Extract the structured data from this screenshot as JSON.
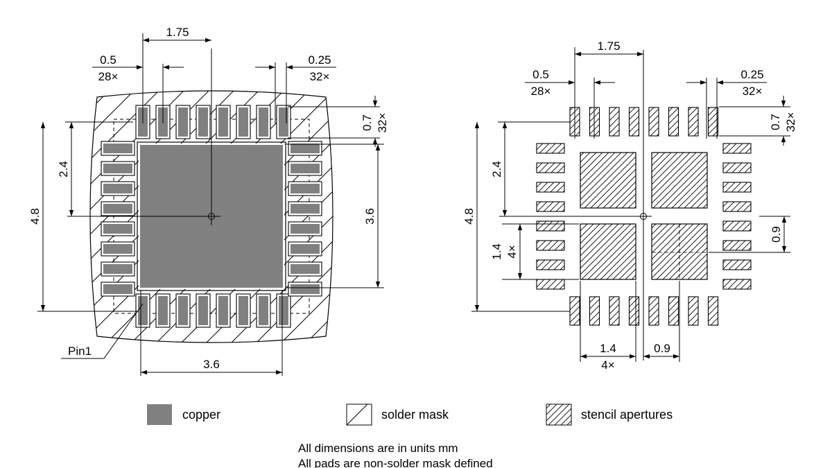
{
  "left_view": {
    "dims": {
      "center_pitch": "1.75",
      "pitch": "0.5",
      "pitch_count": "28×",
      "pad_width": "0.25",
      "pad_width_count": "32×",
      "pad_length": "0.7",
      "pad_length_count": "32×",
      "half_span": "2.4",
      "overall": "4.8",
      "pad_size_v": "3.6",
      "pad_size_h": "3.6"
    },
    "pin1_label": "Pin1"
  },
  "right_view": {
    "dims": {
      "center_pitch": "1.75",
      "pitch": "0.5",
      "pitch_count": "28×",
      "pad_width": "0.25",
      "pad_width_count": "32×",
      "pad_length": "0.7",
      "pad_length_count": "32×",
      "half_span": "2.4",
      "overall": "4.8",
      "aperture_size_v": "1.4",
      "aperture_count_v": "4×",
      "aperture_gap_v": "0.9",
      "aperture_size_h": "1.4",
      "aperture_count_h": "4×",
      "aperture_gap_h": "0.9"
    }
  },
  "legend": {
    "copper": "copper",
    "solder_mask": "solder mask",
    "stencil": "stencil apertures"
  },
  "notes": {
    "line1": "All dimensions are in units mm",
    "line2": "All pads are non-solder mask defined"
  },
  "colors": {
    "copper": "#808080",
    "line": "#000000"
  }
}
